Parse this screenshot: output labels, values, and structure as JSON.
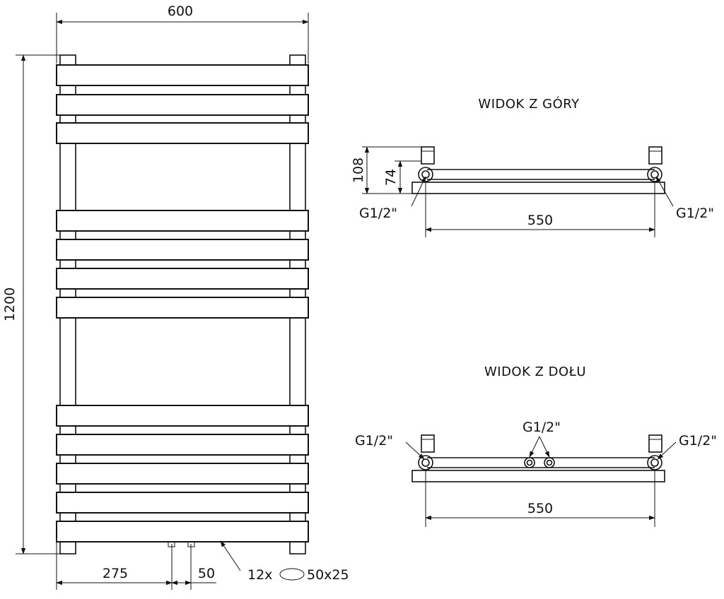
{
  "front": {
    "width": "600",
    "height": "1200",
    "axis_offset": "275",
    "connection_spacing": "50",
    "tubes": "12x",
    "tube_section": "50x25"
  },
  "top_view": {
    "title": "WIDOK Z GÓRY",
    "depth": "108",
    "inlet_height": "74",
    "axis_spacing": "550",
    "left_connection": "G1/2\"",
    "right_connection": "G1/2\""
  },
  "bottom_view": {
    "title": "WIDOK Z DOŁU",
    "axis_spacing": "550",
    "left_connection": "G1/2\"",
    "center_connection": "G1/2\"",
    "right_connection": "G1/2\""
  }
}
